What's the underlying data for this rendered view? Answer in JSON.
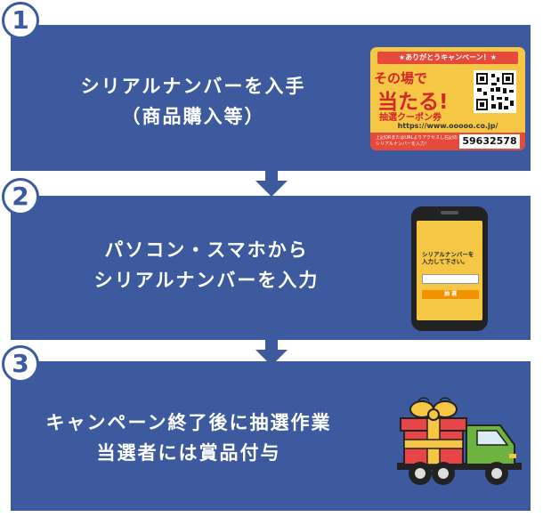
{
  "steps": [
    {
      "number": "1",
      "lines": [
        "シリアルナンバーを入手",
        "（商品購入等）"
      ]
    },
    {
      "number": "2",
      "lines": [
        "パソコン・スマホから",
        "シリアルナンバーを入力"
      ]
    },
    {
      "number": "3",
      "lines": [
        "キャンペーン終了後に抽選作業",
        "当選者には賞品付与"
      ]
    }
  ],
  "coupon": {
    "banner": "★ありがとうキャンペーン！★",
    "headline_1": "その場で",
    "headline_2": "当たる!",
    "headline_3": "抽選クーポン券",
    "url": "https://www.ooooo.co.jp/",
    "note": "上記QRまたはURLよりアクセスし右記のシリアルナンバーを入力！",
    "serial": "59632578"
  },
  "phone": {
    "prompt": "シリアルナンバーを入力して下さい。",
    "button_label": "抽 選"
  },
  "colors": {
    "panel": "#3d5a9e",
    "coupon_bg": "#f6c744",
    "coupon_red": "#e64a3a",
    "button_orange": "#f39200"
  },
  "icons": [
    "qr-code-icon",
    "smartphone-icon",
    "delivery-truck-icon",
    "gift-box-icon"
  ]
}
